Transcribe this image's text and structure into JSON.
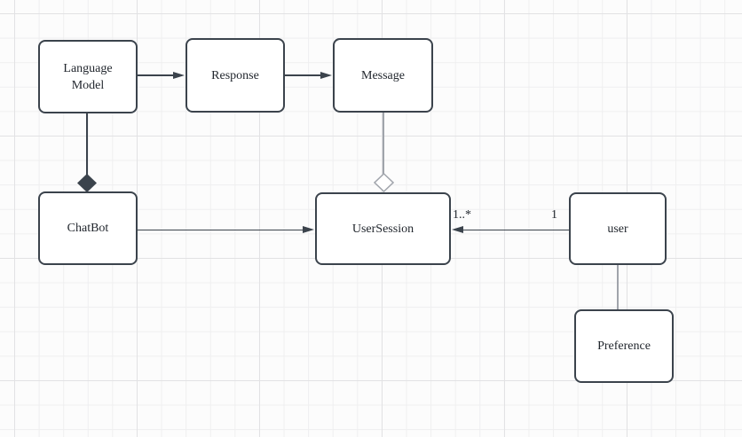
{
  "diagram": {
    "nodes": {
      "language_model": {
        "label": "Language\nModel"
      },
      "response": {
        "label": "Response"
      },
      "message": {
        "label": "Message"
      },
      "chatbot": {
        "label": "ChatBot"
      },
      "user_session": {
        "label": "UserSession"
      },
      "user": {
        "label": "user"
      },
      "preference": {
        "label": "Preference"
      }
    },
    "edges": [
      {
        "from": "language_model",
        "to": "response",
        "type": "arrow"
      },
      {
        "from": "response",
        "to": "message",
        "type": "arrow"
      },
      {
        "from": "language_model",
        "to": "chatbot",
        "type": "composition-filled-diamond"
      },
      {
        "from": "message",
        "to": "user_session",
        "type": "aggregation-hollow-diamond"
      },
      {
        "from": "chatbot",
        "to": "user_session",
        "type": "arrow"
      },
      {
        "from": "user",
        "to": "user_session",
        "type": "arrow",
        "source_label": "1",
        "target_label": "1..*"
      },
      {
        "from": "user",
        "to": "preference",
        "type": "line"
      }
    ],
    "multiplicity": {
      "user_to_user_session": {
        "source_label": "1",
        "target_label": "1..*"
      }
    },
    "colors": {
      "node_border": "#3b434c",
      "node_fill": "#ffffff",
      "edge_dark": "#3b434c",
      "edge_gray": "#a0a4ab",
      "text": "#22272e",
      "canvas_bg": "#fcfcfc",
      "grid_minor": "#efeff0",
      "grid_major": "#e2e2e4"
    }
  }
}
